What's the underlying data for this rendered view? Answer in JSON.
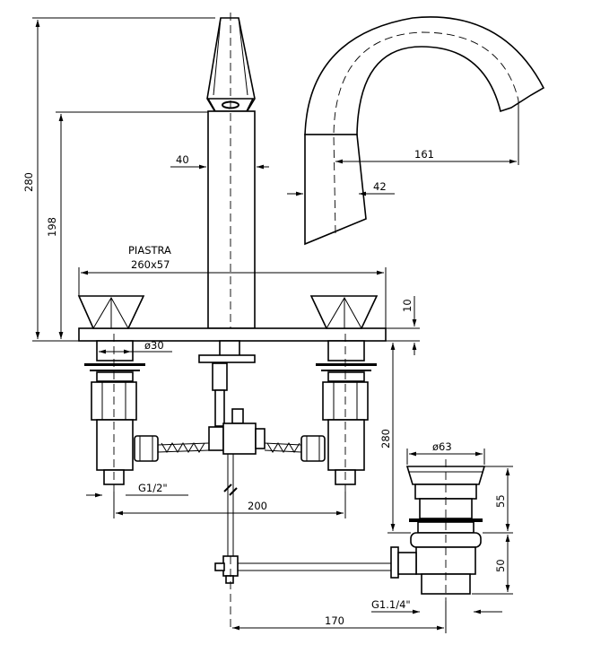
{
  "labels": {
    "height_total": "280",
    "height_spout": "198",
    "body_width": "40",
    "spout_reach": "161",
    "spout_outlet": "42",
    "plate_title": "PIASTRA",
    "plate_size": "260x57",
    "plate_thickness": "10",
    "handle_diameter": "ø30",
    "thread_left": "G1/2\"",
    "centers": "200",
    "drain_length": "280",
    "waste_diameter": "ø63",
    "waste_55": "55",
    "waste_50": "50",
    "thread_rod": "G1.1/4\"",
    "rod_length": "170"
  }
}
